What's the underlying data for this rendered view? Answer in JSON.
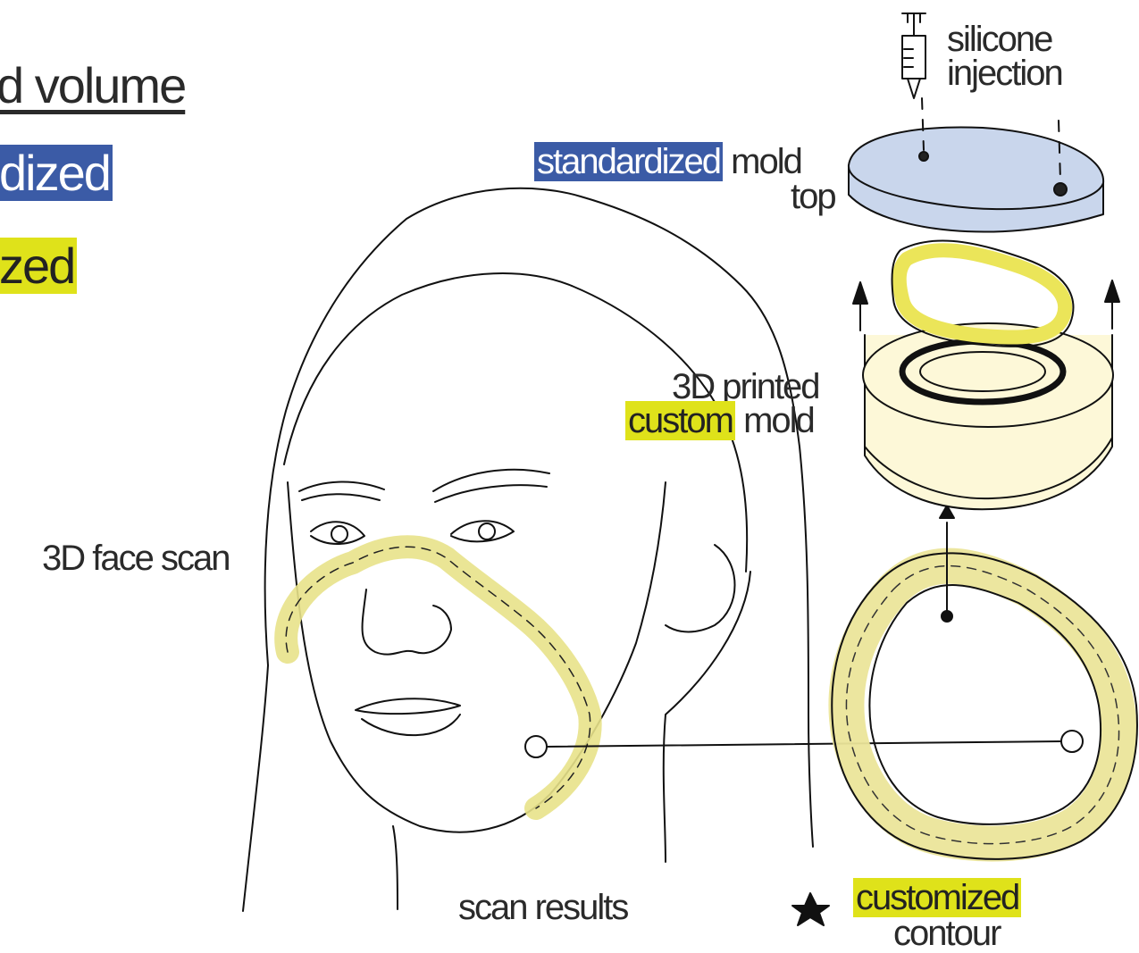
{
  "legend": {
    "volume_text": "d volume",
    "blue_text": "dized",
    "yellow_text": "zed"
  },
  "labels": {
    "silicone": "silicone",
    "injection": "injection",
    "standardized": "standardized",
    "mold": "mold",
    "top": "top",
    "printed": "3D printed",
    "custom": "custom",
    "custom_mold": "mold",
    "face_scan": "3D face scan",
    "scan_results": "scan results",
    "customized": "customized",
    "contour": "contour"
  },
  "colors": {
    "highlight_blue": "#3b5ba6",
    "highlight_yellow": "#dfe21a",
    "mold_top_fill": "#c9d6ec",
    "mold_fill": "#fdf8d8",
    "contour_fill": "#ebe59a"
  }
}
